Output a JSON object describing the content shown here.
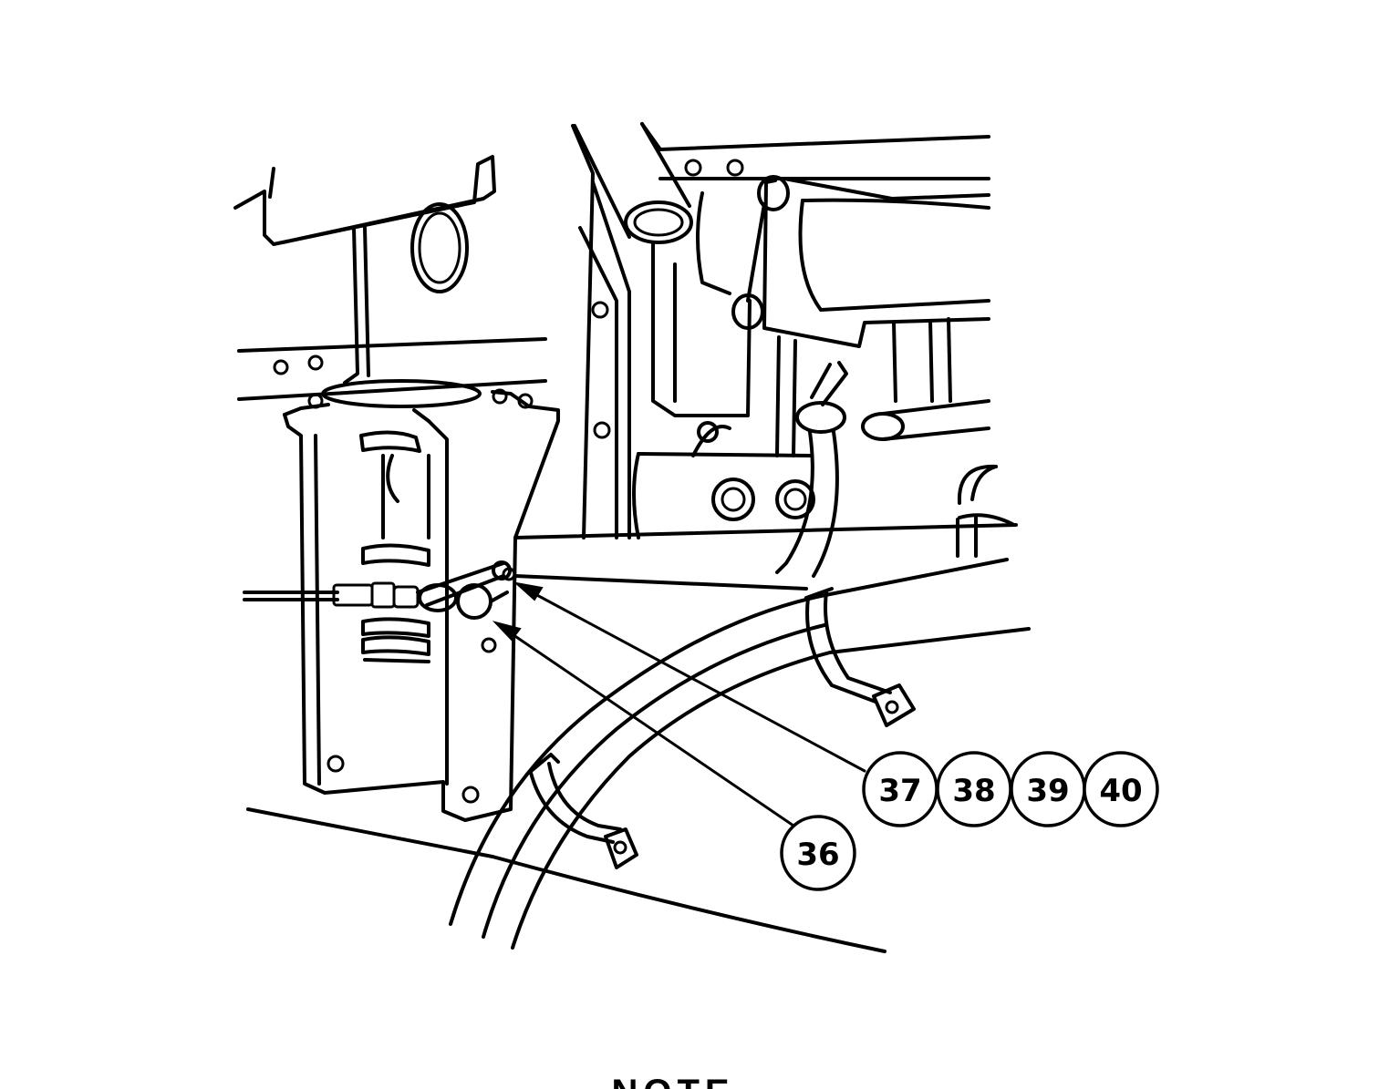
{
  "figure": {
    "callouts": [
      {
        "id": "c36",
        "label": "36"
      },
      {
        "id": "c37",
        "label": "37"
      },
      {
        "id": "c38",
        "label": "38"
      },
      {
        "id": "c39",
        "label": "39"
      },
      {
        "id": "c40",
        "label": "40"
      }
    ]
  },
  "footer": {
    "note_heading": "NOTE"
  }
}
